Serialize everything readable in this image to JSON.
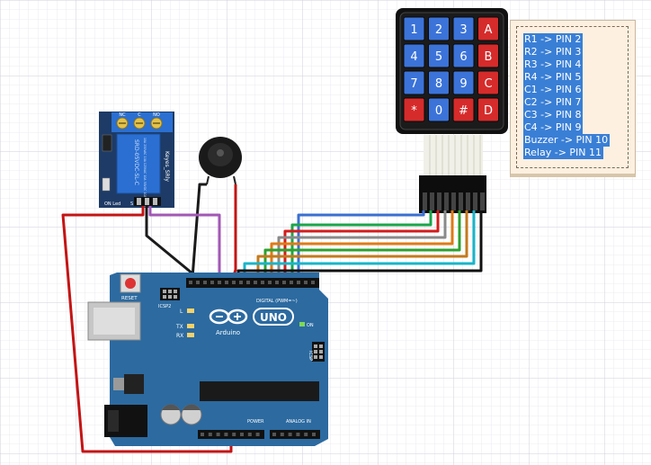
{
  "keypad": {
    "keys": [
      [
        "1",
        "2",
        "3",
        "A"
      ],
      [
        "4",
        "5",
        "6",
        "B"
      ],
      [
        "7",
        "8",
        "9",
        "C"
      ],
      [
        "*",
        "0",
        "#",
        "D"
      ]
    ],
    "colors": {
      "numeric": "#3b73d9",
      "function": "#d62b2b",
      "bezel": "#1a1a1a"
    }
  },
  "relay": {
    "terminals": [
      "NC",
      "C",
      "NO"
    ],
    "side_text": "Keyes_SRly",
    "body_text": "SRD-05VDC-SL-C",
    "small_text": "10A 250VAC 10A 125VAC 10A 30VDC 10A 28VDC",
    "led_label": "ON Led",
    "pin_label": "S",
    "board_color": "#1d3b66",
    "relay_color": "#2a6fd1"
  },
  "arduino": {
    "brand": "UNO",
    "maker": "Arduino",
    "reset_label": "RESET",
    "icsp_label": "ICSP2",
    "icsp1_label": "ICSP",
    "digital_label": "DIGITAL (PWM=~)",
    "power_label": "POWER",
    "analog_label": "ANALOG IN",
    "on_label": "ON",
    "led_labels": [
      "L",
      "TX",
      "RX"
    ],
    "board_color": "#2c6aa0"
  },
  "wire_colors": {
    "power": "#c41414",
    "ground": "#1a1a1a",
    "relay_signal": "#a257b5",
    "keypad": [
      "#3a6fd1",
      "#1aa64a",
      "#d41c1c",
      "#8a8a8a",
      "#e07a14",
      "#2ea02e",
      "#c47a1c",
      "#19b5c9",
      "#111111"
    ]
  },
  "note": {
    "lines": [
      "R1 -> PIN 2",
      "R2 -> PIN 3",
      "R3 -> PIN 4",
      "R4 -> PIN 5",
      "C1 -> PIN 6",
      "C2 -> PIN 7",
      "C3 -> PIN 8",
      "C4 -> PIN 9",
      "Buzzer -> PIN 10",
      "Relay -> PIN 11"
    ]
  }
}
